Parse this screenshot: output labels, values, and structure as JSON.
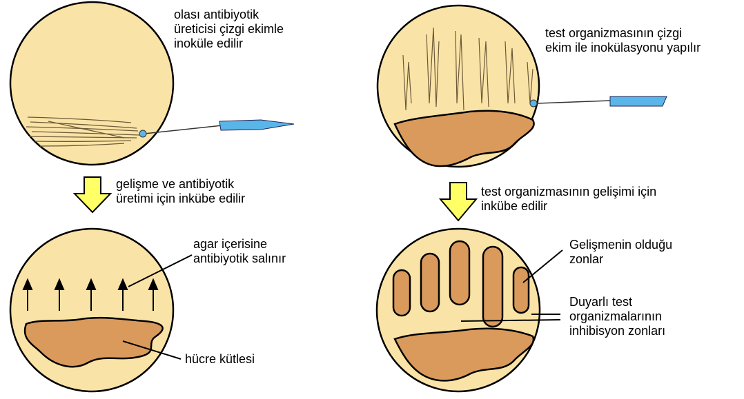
{
  "labels": {
    "step1": "olası antibiyotik\nüreticisi çizgi ekimle\ninoküle edilir",
    "step2": "gelişme ve antibiyotik\nüretimi için inkübe edilir",
    "release": "agar içerisine\nantibiyotik salınır",
    "cell_mass": "hücre kütlesi",
    "step3": "test organizmasının çizgi\nekim ile inokülasyonu yapılır",
    "step4": "test organizmasının gelişimi için\ninkübe edilir",
    "growth_zones": "Gelişmenin olduğu\nzonlar",
    "inhibition_zones": "Duyarlı test\norganizmalarının\ninhibisyon zonları"
  },
  "colors": {
    "agar": "#fae3a6",
    "colony": "#d99a5c",
    "arrow_fill": "#ffff66",
    "tool_blue": "#5ab6e8",
    "outline": "#000000"
  }
}
